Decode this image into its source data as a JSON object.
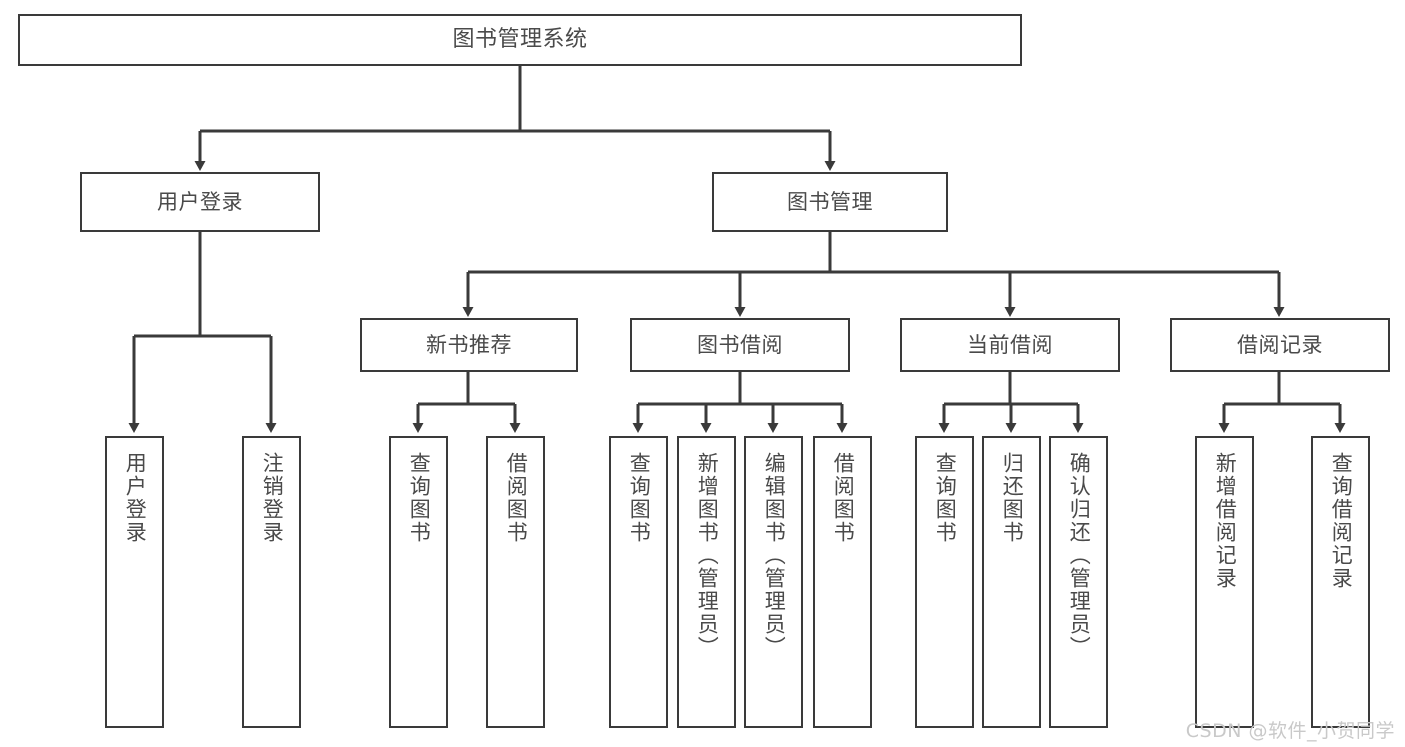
{
  "diagram": {
    "title": "图书管理系统",
    "type": "tree",
    "watermark": "CSDN @软件_小贺同学",
    "colors": {
      "box_border": "#3a3a3a",
      "box_fill": "#ffffff",
      "text": "#4a4a4a",
      "connector": "#3a3a3a",
      "watermark": "#c9c9c9",
      "background": "#ffffff"
    },
    "nodes": {
      "root": {
        "label": "图书管理系统",
        "level": 0
      },
      "user_login": {
        "label": "用户登录",
        "level": 1
      },
      "book_manage": {
        "label": "图书管理",
        "level": 1
      },
      "new_book_rec": {
        "label": "新书推荐",
        "level": 2
      },
      "book_borrow": {
        "label": "图书借阅",
        "level": 2
      },
      "current_borrow": {
        "label": "当前借阅",
        "level": 2
      },
      "borrow_record": {
        "label": "借阅记录",
        "level": 2
      },
      "leaf_user_login": {
        "label": "用户登录",
        "level": 3
      },
      "leaf_user_logout": {
        "label": "注销登录",
        "level": 3
      },
      "leaf_query_book_1": {
        "label": "查询图书",
        "level": 3
      },
      "leaf_borrow_book_1": {
        "label": "借阅图书",
        "level": 3
      },
      "leaf_query_book_2": {
        "label": "查询图书",
        "level": 3
      },
      "leaf_add_book": {
        "label": "新增图书（管理员）",
        "level": 3
      },
      "leaf_edit_book": {
        "label": "编辑图书（管理员）",
        "level": 3
      },
      "leaf_borrow_book_2": {
        "label": "借阅图书",
        "level": 3
      },
      "leaf_query_book_3": {
        "label": "查询图书",
        "level": 3
      },
      "leaf_return_book": {
        "label": "归还图书",
        "level": 3
      },
      "leaf_confirm_return": {
        "label": "确认归还（管理员）",
        "level": 3
      },
      "leaf_add_record": {
        "label": "新增借阅记录",
        "level": 3
      },
      "leaf_query_record": {
        "label": "查询借阅记录",
        "level": 3
      }
    },
    "edges": [
      {
        "from": "root",
        "to": "user_login"
      },
      {
        "from": "root",
        "to": "book_manage"
      },
      {
        "from": "user_login",
        "to": "leaf_user_login"
      },
      {
        "from": "user_login",
        "to": "leaf_user_logout"
      },
      {
        "from": "book_manage",
        "to": "new_book_rec"
      },
      {
        "from": "book_manage",
        "to": "book_borrow"
      },
      {
        "from": "book_manage",
        "to": "current_borrow"
      },
      {
        "from": "book_manage",
        "to": "borrow_record"
      },
      {
        "from": "new_book_rec",
        "to": "leaf_query_book_1"
      },
      {
        "from": "new_book_rec",
        "to": "leaf_borrow_book_1"
      },
      {
        "from": "book_borrow",
        "to": "leaf_query_book_2"
      },
      {
        "from": "book_borrow",
        "to": "leaf_add_book"
      },
      {
        "from": "book_borrow",
        "to": "leaf_edit_book"
      },
      {
        "from": "book_borrow",
        "to": "leaf_borrow_book_2"
      },
      {
        "from": "current_borrow",
        "to": "leaf_query_book_3"
      },
      {
        "from": "current_borrow",
        "to": "leaf_return_book"
      },
      {
        "from": "current_borrow",
        "to": "leaf_confirm_return"
      },
      {
        "from": "borrow_record",
        "to": "leaf_add_record"
      },
      {
        "from": "borrow_record",
        "to": "leaf_query_record"
      }
    ]
  }
}
